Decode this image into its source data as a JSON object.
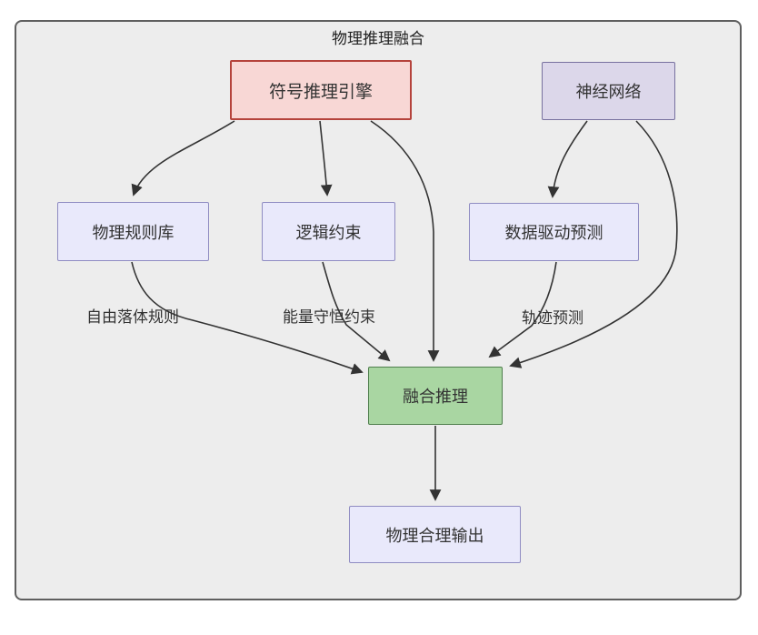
{
  "diagram": {
    "title": "物理推理融合",
    "type": "flowchart",
    "nodes": {
      "symbolic": {
        "label": "符号推理引擎",
        "fill": "#f8d7d5",
        "border": "#b5433c"
      },
      "neural": {
        "label": "神经网络",
        "fill": "#dcd7ea",
        "border": "#78719f"
      },
      "rules": {
        "label": "物理规则库",
        "fill": "#e9e9fb",
        "border": "#8f8cc2"
      },
      "logic": {
        "label": "逻辑约束",
        "fill": "#e9e9fb",
        "border": "#8f8cc2"
      },
      "data": {
        "label": "数据驱动预测",
        "fill": "#e9e9fb",
        "border": "#8f8cc2"
      },
      "fusion": {
        "label": "融合推理",
        "fill": "#a9d6a2",
        "border": "#4f7e4c"
      },
      "output": {
        "label": "物理合理输出",
        "fill": "#e9e9fb",
        "border": "#8f8cc2"
      }
    },
    "edge_labels": {
      "free_fall": "自由落体规则",
      "energy": "能量守恒约束",
      "trajectory": "轨迹预测"
    },
    "edges": [
      {
        "from": "符号推理引擎",
        "to": "物理规则库",
        "label": ""
      },
      {
        "from": "符号推理引擎",
        "to": "逻辑约束",
        "label": ""
      },
      {
        "from": "符号推理引擎",
        "to": "融合推理",
        "label": ""
      },
      {
        "from": "神经网络",
        "to": "数据驱动预测",
        "label": ""
      },
      {
        "from": "神经网络",
        "to": "融合推理",
        "label": ""
      },
      {
        "from": "物理规则库",
        "to": "融合推理",
        "label": "自由落体规则"
      },
      {
        "from": "逻辑约束",
        "to": "融合推理",
        "label": "能量守恒约束"
      },
      {
        "from": "数据驱动预测",
        "to": "融合推理",
        "label": "轨迹预测"
      },
      {
        "from": "融合推理",
        "to": "物理合理输出",
        "label": ""
      }
    ],
    "colors": {
      "canvas": "#ededed",
      "frame_border": "#5f5f5f",
      "edge_stroke": "#333333",
      "text": "#333333"
    }
  }
}
